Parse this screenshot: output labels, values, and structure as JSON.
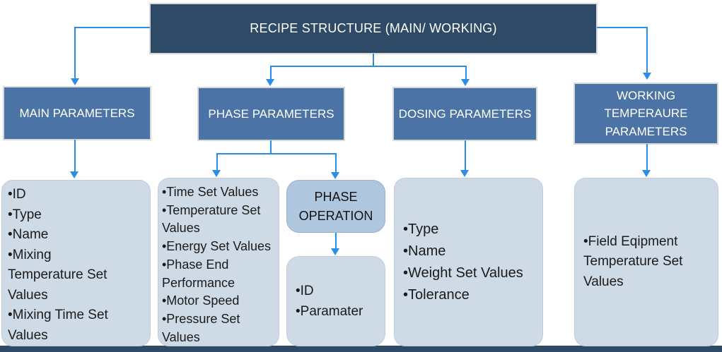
{
  "title": "RECIPE STRUCTURE (MAIN/ WORKING)",
  "nodes": {
    "main": {
      "label": "MAIN PARAMETERS",
      "items": [
        "ID",
        "Type",
        "Name",
        "Mixing Temperature Set Values",
        "Mixing Time Set Values"
      ]
    },
    "phase": {
      "label": "PHASE PARAMETERS",
      "items": [
        "Time Set Values",
        "Temperature Set Values",
        "Energy Set Values",
        "Phase End Performance",
        "Motor Speed",
        "Pressure Set Values"
      ]
    },
    "phase_operation": {
      "label": "PHASE OPERATION",
      "items": [
        "ID",
        "Paramater"
      ]
    },
    "dosing": {
      "label": "DOSING PARAMETERS",
      "items": [
        "Type",
        "Name",
        "Weight Set Values",
        "Tolerance"
      ]
    },
    "working": {
      "label": "WORKING TEMPERAURE PARAMETERS",
      "items": [
        "Field Eqipment Temperature Set Values"
      ]
    }
  },
  "colors": {
    "navy": "#2f4a66",
    "mid": "#4c73a5",
    "leaf": "#cfdae7",
    "op": "#afc6df",
    "line": "#2a8ee8"
  }
}
